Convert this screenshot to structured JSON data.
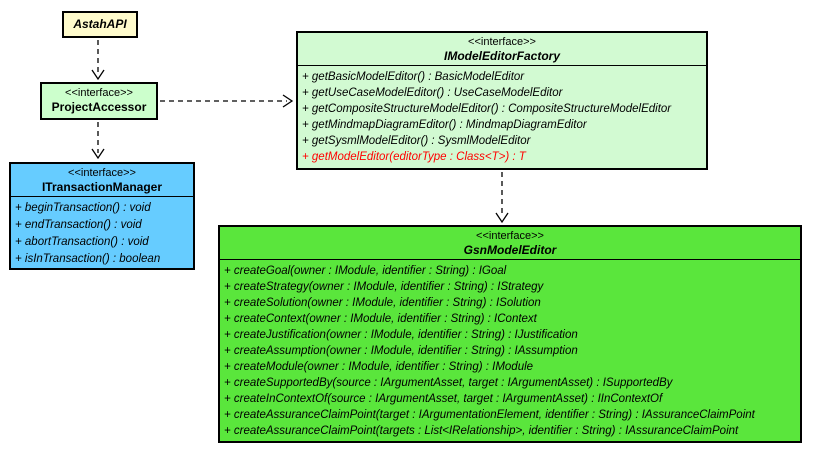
{
  "diagram": {
    "background_color": "#ffffff",
    "border_color": "#000000",
    "highlight_color": "#ff0000",
    "classes": {
      "astah_api": {
        "name": "AstahAPI",
        "fill": "#fffbcc"
      },
      "project_accessor": {
        "stereotype": "<<interface>>",
        "name": "ProjectAccessor",
        "fill": "#ccffcc"
      },
      "transaction_manager": {
        "stereotype": "<<interface>>",
        "name": "ITransactionManager",
        "fill": "#66ccff",
        "methods": [
          {
            "text": "+ beginTransaction() : void"
          },
          {
            "text": "+ endTransaction() : void"
          },
          {
            "text": "+ abortTransaction() : void"
          },
          {
            "text": "+ isInTransaction() : boolean"
          }
        ]
      },
      "model_editor_factory": {
        "stereotype": "<<interface>>",
        "name": "IModelEditorFactory",
        "fill": "#d2fad2",
        "methods": [
          {
            "text": "+ getBasicModelEditor() : BasicModelEditor"
          },
          {
            "text": "+ getUseCaseModelEditor() : UseCaseModelEditor"
          },
          {
            "text": "+ getCompositeStructureModelEditor() : CompositeStructureModelEditor"
          },
          {
            "text": "+ getMindmapDiagramEditor() : MindmapDiagramEditor"
          },
          {
            "text": "+ getSysmlModelEditor() : SysmlModelEditor"
          },
          {
            "text": "+ getModelEditor(editorType : Class<T>) : T",
            "color": "#ff0000"
          }
        ]
      },
      "gsn_model_editor": {
        "stereotype": "<<interface>>",
        "name": "GsnModelEditor",
        "fill": "#5ae63c",
        "methods": [
          {
            "text": "+ createGoal(owner : IModule, identifier : String) : IGoal"
          },
          {
            "text": "+ createStrategy(owner : IModule, identifier : String) : IStrategy"
          },
          {
            "text": "+ createSolution(owner : IModule, identifier : String) : ISolution"
          },
          {
            "text": "+ createContext(owner : IModule, identifier : String) : IContext"
          },
          {
            "text": "+ createJustification(owner : IModule, identifier : String) : IJustification"
          },
          {
            "text": "+ createAssumption(owner : IModule, identifier : String) : IAssumption"
          },
          {
            "text": "+ createModule(owner : IModule, identifier : String) : IModule"
          },
          {
            "text": "+ createSupportedBy(source : IArgumentAsset, target : IArgumentAsset) : ISupportedBy"
          },
          {
            "text": "+ createInContextOf(source : IArgumentAsset, target : IArgumentAsset) : IInContextOf"
          },
          {
            "text": "+ createAssuranceClaimPoint(target : IArgumentationElement, identifier : String) : IAssuranceClaimPoint"
          },
          {
            "text": "+ createAssuranceClaimPoint(targets : List<IRelationship>, identifier : String) : IAssuranceClaimPoint"
          }
        ]
      }
    }
  }
}
